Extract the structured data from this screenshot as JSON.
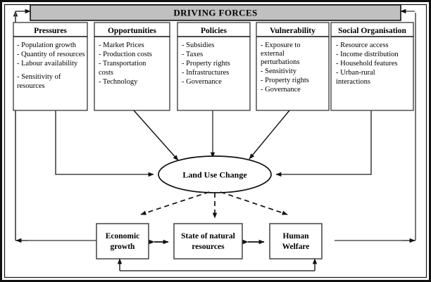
{
  "diagram": {
    "title": "Driving forces of land use change framework",
    "banner": {
      "label": "DRIVING FORCES"
    },
    "colors": {
      "banner_fill": "#c0c0c0",
      "box_fill": "#ffffff",
      "stroke": "#1a1a1a",
      "page_bg": "#ffffff"
    },
    "driver_columns": [
      {
        "id": "pressures",
        "title": "Pressures",
        "items": [
          "- Population growth",
          "- Quantity of resources",
          "- Labour availability",
          "",
          "- Sensitivity of",
          "   resources"
        ]
      },
      {
        "id": "opportunities",
        "title": "Opportunities",
        "items": [
          "-  Market Prices",
          "-  Production costs",
          "-  Transportation",
          "    costs",
          "-  Technology"
        ]
      },
      {
        "id": "policies",
        "title": "Policies",
        "items": [
          "-  Subsidies",
          "-  Taxes",
          "-  Property rights",
          "-  Infrastructures",
          "-  Governance"
        ]
      },
      {
        "id": "vulnerability",
        "title": "Vulnerability",
        "items": [
          "-  Exposure to",
          "    external",
          "    perturbations",
          "-  Sensitivity",
          "-  Property rights",
          "-  Governance"
        ]
      },
      {
        "id": "social-organisation",
        "title": "Social Organisation",
        "items": [
          "-  Resource access",
          "-  Income distribution",
          "-  Household features",
          "-  Urban-rural",
          "    interactions"
        ]
      }
    ],
    "central_node": {
      "id": "land-use-change",
      "label": "Land Use Change",
      "shape": "ellipse"
    },
    "outcome_nodes": [
      {
        "id": "economic-growth",
        "lines": [
          "Economic",
          "growth"
        ]
      },
      {
        "id": "state-of-natural-resources",
        "lines": [
          "State of natural",
          "resources"
        ]
      },
      {
        "id": "human-welfare",
        "lines": [
          "Human",
          "Welfare"
        ]
      }
    ],
    "connections": [
      {
        "from": "pressures",
        "to": "land-use-change",
        "style": "solid",
        "arrow": "end"
      },
      {
        "from": "opportunities",
        "to": "land-use-change",
        "style": "solid",
        "arrow": "end"
      },
      {
        "from": "policies",
        "to": "land-use-change",
        "style": "solid",
        "arrow": "end"
      },
      {
        "from": "vulnerability",
        "to": "land-use-change",
        "style": "solid",
        "arrow": "end"
      },
      {
        "from": "social-organisation",
        "to": "land-use-change",
        "style": "solid",
        "arrow": "end"
      },
      {
        "from": "land-use-change",
        "to": "economic-growth",
        "style": "dashed",
        "arrow": "end"
      },
      {
        "from": "land-use-change",
        "to": "state-of-natural-resources",
        "style": "dashed",
        "arrow": "end"
      },
      {
        "from": "land-use-change",
        "to": "human-welfare",
        "style": "dashed",
        "arrow": "end"
      },
      {
        "from": "economic-growth",
        "to": "state-of-natural-resources",
        "style": "solid",
        "arrow": "both"
      },
      {
        "from": "state-of-natural-resources",
        "to": "human-welfare",
        "style": "solid",
        "arrow": "both"
      },
      {
        "from": "economic-growth",
        "to": "driving-forces",
        "style": "solid",
        "arrow": "end",
        "path": "left-outer-loop"
      },
      {
        "from": "human-welfare",
        "to": "driving-forces",
        "style": "solid",
        "arrow": "end",
        "path": "right-outer-loop"
      },
      {
        "from": "bottom-feedback",
        "to": "economic-growth",
        "style": "solid",
        "arrow": "end"
      },
      {
        "from": "bottom-feedback",
        "to": "human-welfare",
        "style": "solid",
        "arrow": "end"
      }
    ]
  }
}
